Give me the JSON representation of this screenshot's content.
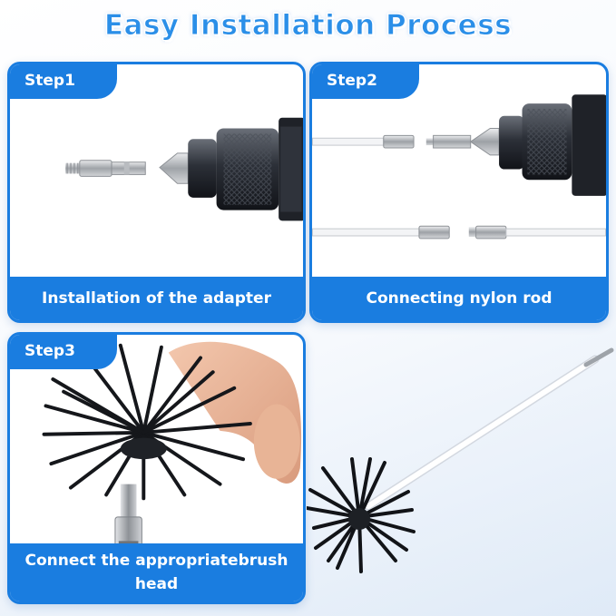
{
  "title": "Easy Installation Process",
  "colors": {
    "accent": "#1a7de0",
    "title": "#2b8fe8"
  },
  "steps": [
    {
      "label": "Step1",
      "caption": "Installation of the adapter"
    },
    {
      "label": "Step2",
      "caption": "Connecting nylon rod"
    },
    {
      "label": "Step3",
      "caption": "Connect the appropriatebrush head"
    }
  ]
}
